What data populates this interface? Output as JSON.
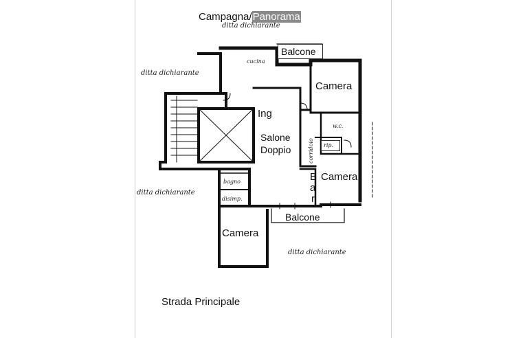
{
  "header": {
    "title_part1": "Campagna/",
    "title_part2": "Panorama"
  },
  "notes": {
    "top": "ditta dichiarante",
    "left_upper": "ditta dichiarante",
    "left_lower": "ditta dichiarante",
    "right": "ditta dichiarante"
  },
  "rooms": {
    "balcone_top": "Balcone",
    "cucina": "cucina",
    "camera_ne": "Camera",
    "ingresso": "Ing",
    "salone_line1": "Salone",
    "salone_line2": "Doppio",
    "corridoio": "corridoio",
    "wc": "w.c.",
    "rip": "rip.",
    "camera_e": "Camera",
    "bar_b": "B",
    "bar_a": "a",
    "bar_r": "r",
    "bagno": "bagno",
    "disimp": "disimp.",
    "balcone_bottom": "Balcone",
    "camera_s": "Camera"
  },
  "footer": {
    "street": "Strada Principale"
  }
}
